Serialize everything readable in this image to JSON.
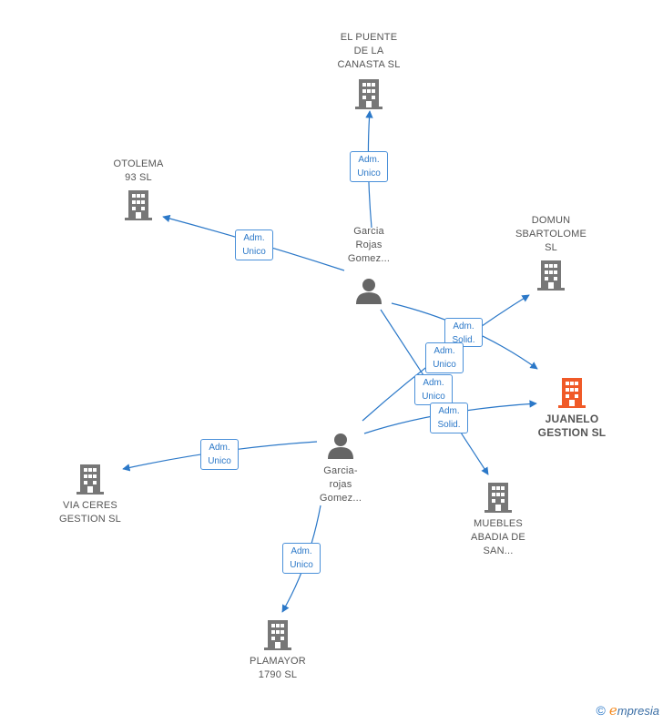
{
  "colors": {
    "edge": "#2b78c8",
    "building": "#777777",
    "building_main": "#f05a28",
    "person": "#666666"
  },
  "nodes": {
    "el_puente": {
      "label": "EL PUENTE\nDE LA\nCANASTA SL",
      "icon": "building-icon"
    },
    "otolema": {
      "label": "OTOLEMA\n93  SL",
      "icon": "building-icon"
    },
    "domun": {
      "label": "DOMUN\nSBARTOLOME\nSL",
      "icon": "building-icon"
    },
    "juanelo": {
      "label": "JUANELO\nGESTION  SL",
      "icon": "building-icon"
    },
    "via_ceres": {
      "label": "VIA CERES\nGESTION  SL",
      "icon": "building-icon"
    },
    "muebles": {
      "label": "MUEBLES\nABADIA DE\nSAN...",
      "icon": "building-icon"
    },
    "plamayor": {
      "label": "PLAMAYOR\n1790  SL",
      "icon": "building-icon"
    },
    "garcia_rojas": {
      "label": "Garcia\nRojas\nGomez...",
      "icon": "person-icon"
    },
    "garcia_rojas_2": {
      "label": "Garcia-\nrojas\nGomez...",
      "icon": "person-icon"
    }
  },
  "edge_labels": {
    "e1": {
      "line1": "Adm.",
      "line2": "Unico"
    },
    "e2": {
      "line1": "Adm.",
      "line2": "Unico"
    },
    "e3": {
      "line1": "Adm.",
      "line2": "Solid."
    },
    "e4": {
      "line1": "Adm.",
      "line2": "Unico"
    },
    "e5": {
      "line1": "Adm.",
      "line2": "Unico"
    },
    "e6": {
      "line1": "Adm.",
      "line2": "Solid."
    },
    "e7": {
      "line1": "Adm.",
      "line2": "Unico"
    },
    "e8": {
      "line1": "Adm.",
      "line2": "Unico"
    }
  },
  "footer": {
    "copyright": "©",
    "brand_e": "e",
    "brand_rest": "mpresia"
  }
}
